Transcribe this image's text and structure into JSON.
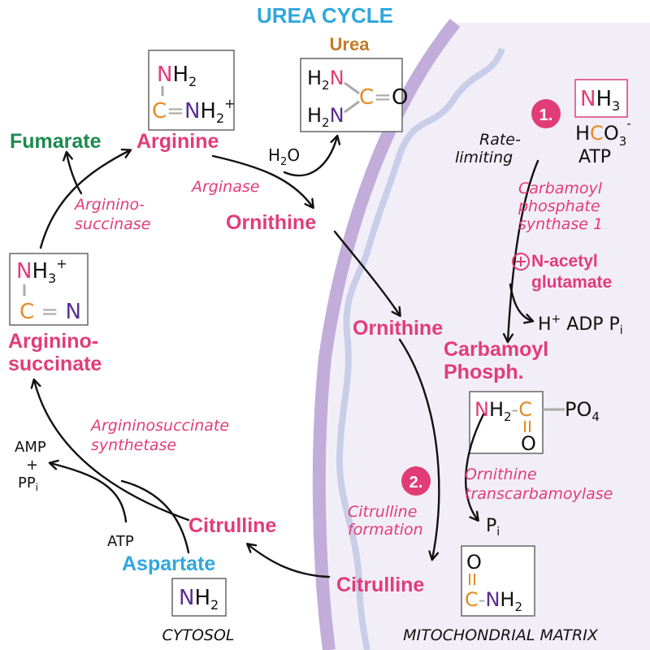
{
  "title": "UREA CYCLE",
  "colors": {
    "title": "#2fa7dd",
    "pink": "#e23c78",
    "green": "#1b8a4c",
    "blue": "#2fa7dd",
    "orange": "#e58a21",
    "purple": "#5a2d91",
    "brown": "#c57a2a",
    "ink": "#111111",
    "membrane_outer": "#c9b7dd",
    "membrane_inner": "#f0ebf7"
  },
  "compartments": {
    "cytosol": "CYTOSOL",
    "matrix": "MITOCHONDRIAL MATRIX"
  },
  "molecules": {
    "fumarate": "Fumarate",
    "arginine": "Arginine",
    "ornithine_cytosol": "Ornithine",
    "ornithine_matrix": "Ornithine",
    "argininosuccinate": "Arginino-\nsuccinate",
    "citrulline_cytosol": "Citrulline",
    "citrulline_matrix": "Citrulline",
    "aspartate": "Aspartate",
    "carbamoyl_phosph": "Carbamoyl\nPhosph."
  },
  "urea": {
    "label": "Urea"
  },
  "enzymes": {
    "arginase": "Arginase",
    "argininosuccinase": "Arginino-\nsuccinase",
    "argininosuccinate_synthetase": "Argininosuccinate\nsynthetase",
    "cps1": "Carbamoyl\nphosphate\nsynthase 1",
    "otc": "Ornithine\ntranscarbamoylase"
  },
  "steps": {
    "step1_number": "1.",
    "step2_number": "2.",
    "rate_limiting": "Rate-\nlimiting",
    "citrulline_formation": "Citrulline\nformation",
    "activator": "N-acetyl\nglutamate"
  },
  "reagents": {
    "h2o": "H2O",
    "atp": "ATP",
    "atp_matrix": "ATP",
    "amp_ppi": "AMP\n+\nPPi",
    "pi": "Pi",
    "hco3": "HCO3",
    "h_adp_pi": "H+ ADP Pi"
  }
}
